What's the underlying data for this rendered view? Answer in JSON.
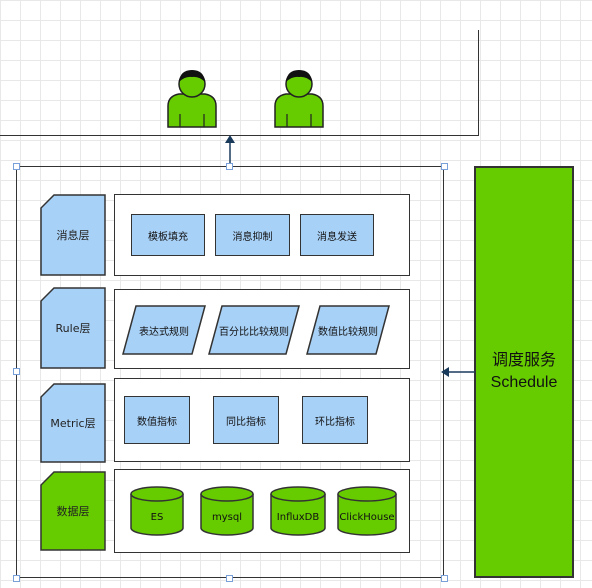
{
  "users": {
    "icon_fill": "#66cc00",
    "count": 2
  },
  "layers": [
    {
      "label": "消息层",
      "color": "#a8d1f7",
      "items": [
        {
          "label": "模板填充",
          "shape": "rect"
        },
        {
          "label": "消息抑制",
          "shape": "rect"
        },
        {
          "label": "消息发送",
          "shape": "rect"
        }
      ]
    },
    {
      "label": "Rule层",
      "color": "#a8d1f7",
      "items": [
        {
          "label": "表达式规则",
          "shape": "parallelogram"
        },
        {
          "label": "百分比比较规则",
          "shape": "parallelogram"
        },
        {
          "label": "数值比较规则",
          "shape": "parallelogram"
        }
      ]
    },
    {
      "label": "Metric层",
      "color": "#a8d1f7",
      "items": [
        {
          "label": "数值指标",
          "shape": "rect"
        },
        {
          "label": "同比指标",
          "shape": "rect"
        },
        {
          "label": "环比指标",
          "shape": "rect"
        }
      ]
    },
    {
      "label": "数据层",
      "color": "#66cc00",
      "items": [
        {
          "label": "ES",
          "shape": "cylinder"
        },
        {
          "label": "mysql",
          "shape": "cylinder"
        },
        {
          "label": "InfluxDB",
          "shape": "cylinder"
        },
        {
          "label": "ClickHouse",
          "shape": "cylinder"
        }
      ]
    }
  ],
  "schedule": {
    "title_zh": "调度服务",
    "title_en": "Schedule",
    "color": "#66cc00"
  },
  "colors": {
    "blue": "#a8d1f7",
    "green": "#66cc00",
    "stroke": "#333333"
  }
}
